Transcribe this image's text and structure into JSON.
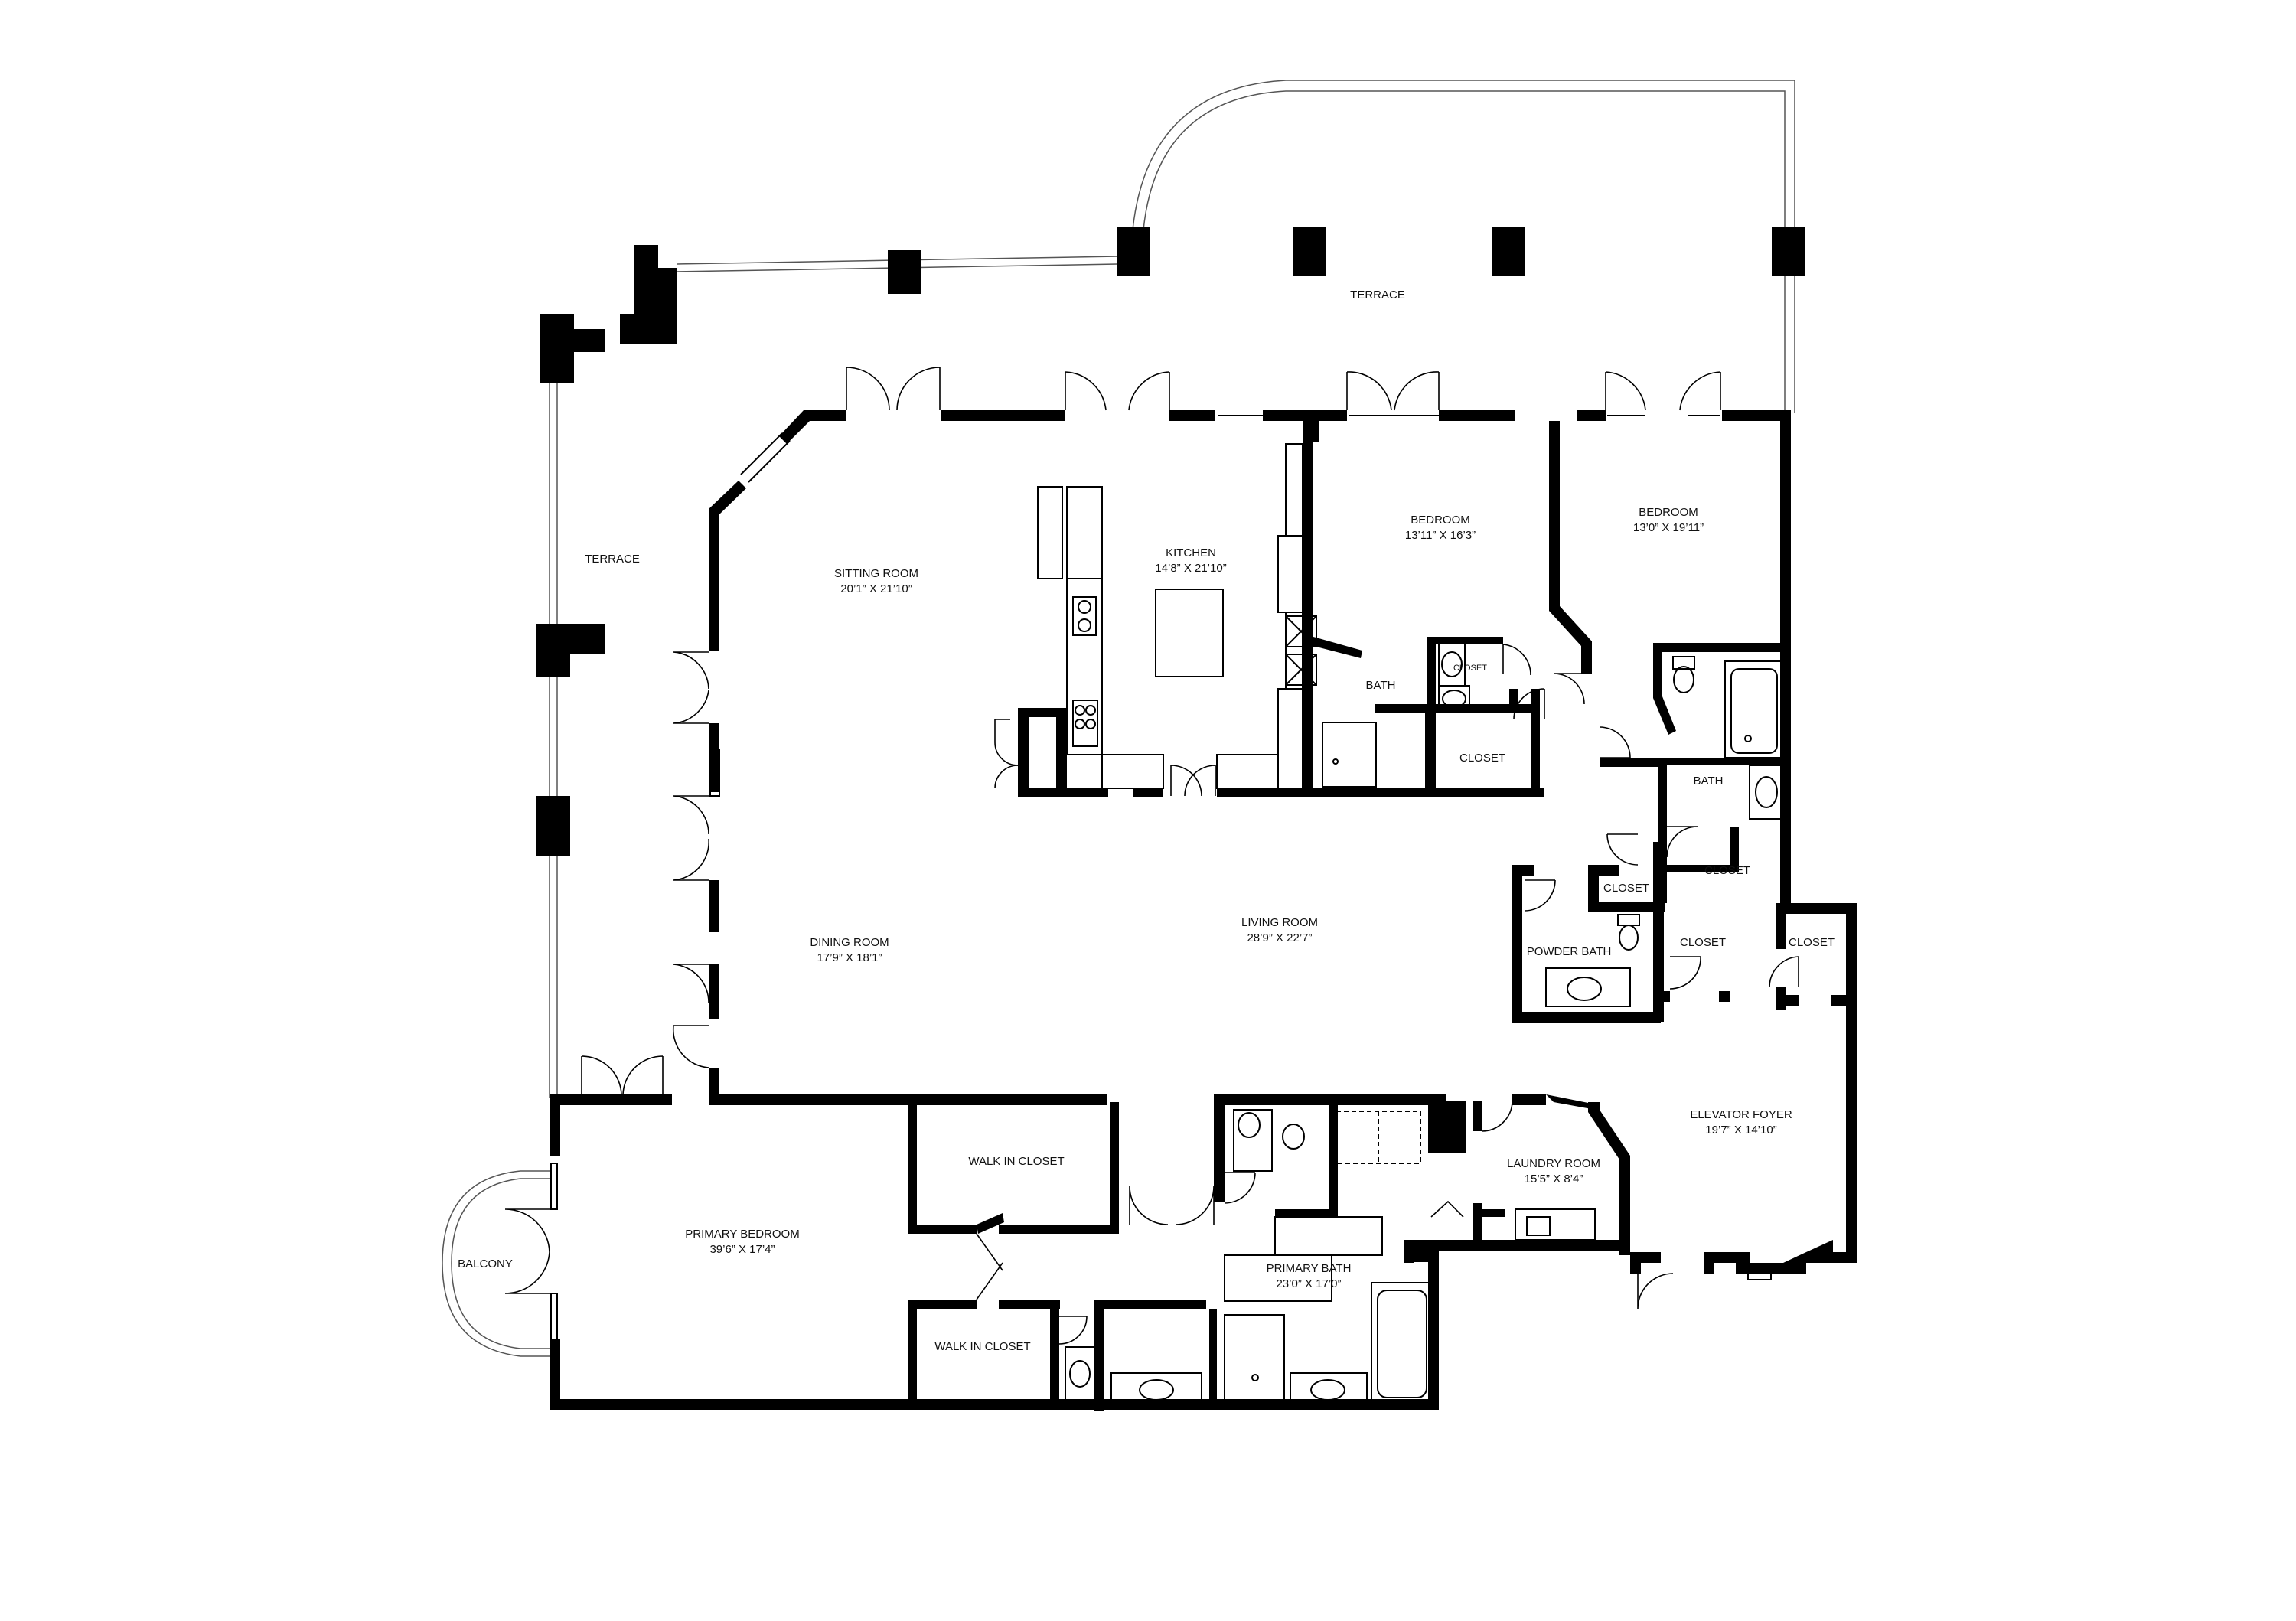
{
  "rooms": {
    "terrace_top": {
      "name": "TERRACE"
    },
    "terrace_left": {
      "name": "TERRACE"
    },
    "sitting_room": {
      "name": "SITTING ROOM",
      "dims": "20’1” X 21’10”"
    },
    "kitchen": {
      "name": "KITCHEN",
      "dims": "14’8” X 21’10”"
    },
    "bedroom_1": {
      "name": "BEDROOM",
      "dims": "13’11” X 16’3”"
    },
    "bedroom_2": {
      "name": "BEDROOM",
      "dims": "13’0” X 19’11”"
    },
    "bath_1": {
      "name": "BATH"
    },
    "closet_small": {
      "name": "CLOSET"
    },
    "closet_bed1": {
      "name": "CLOSET"
    },
    "bath_2": {
      "name": "BATH"
    },
    "closet_hall": {
      "name": "CLOSET"
    },
    "closet_bed2": {
      "name": "CLOSET"
    },
    "powder_bath": {
      "name": "POWDER BATH"
    },
    "closet_foyer_1": {
      "name": "CLOSET"
    },
    "closet_foyer_2": {
      "name": "CLOSET"
    },
    "dining_room": {
      "name": "DINING ROOM",
      "dims": "17’9” X 18’1”"
    },
    "living_room": {
      "name": "LIVING ROOM",
      "dims": "28’9” X 22’7”"
    },
    "elevator_foyer": {
      "name": "ELEVATOR FOYER",
      "dims": "19’7” X 14’10”"
    },
    "laundry_room": {
      "name": "LAUNDRY ROOM",
      "dims": "15’5” X 8’4”"
    },
    "walk_in_closet_1": {
      "name": "WALK IN CLOSET"
    },
    "walk_in_closet_2": {
      "name": "WALK IN CLOSET"
    },
    "primary_bedroom": {
      "name": "PRIMARY BEDROOM",
      "dims": "39’6” X 17’4”"
    },
    "primary_bath": {
      "name": "PRIMARY BATH",
      "dims": "23’0” X 17’0”"
    },
    "balcony": {
      "name": "BALCONY"
    }
  }
}
